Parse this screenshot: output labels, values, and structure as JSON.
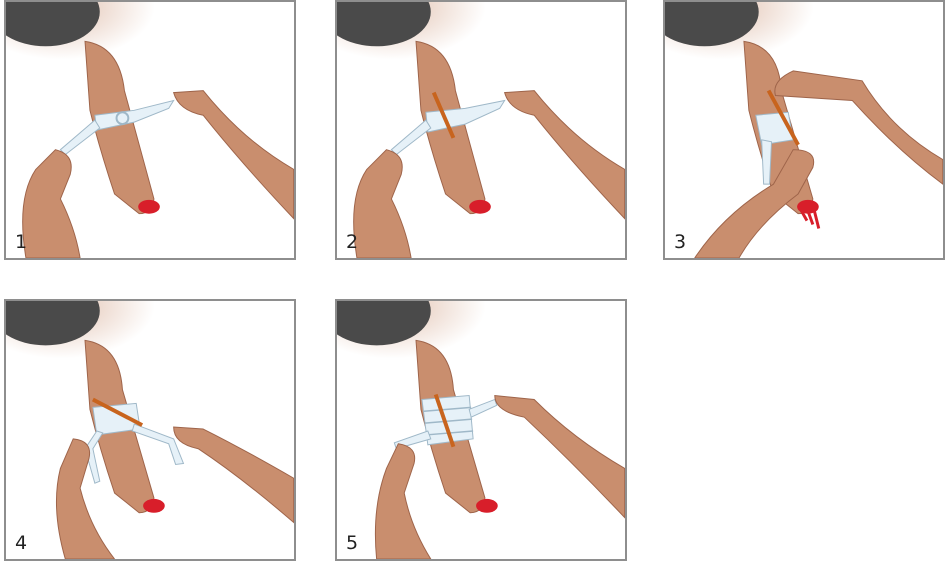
{
  "colors": {
    "border": "#8e8e8e",
    "skin": "#c98e6e",
    "skin_shadow": "#9e644a",
    "hair": "#4a4a4a",
    "bandage": "#e6f1f8",
    "bandage_edge": "#9fb8c8",
    "stick": "#c8641e",
    "wound": "#d81e2a"
  },
  "panels": [
    {
      "number": "1",
      "stage": "tie-start"
    },
    {
      "number": "2",
      "stage": "stick-placed"
    },
    {
      "number": "3",
      "stage": "twist-stick"
    },
    {
      "number": "4",
      "stage": "secure-stick"
    },
    {
      "number": "5",
      "stage": "wrapped"
    }
  ]
}
